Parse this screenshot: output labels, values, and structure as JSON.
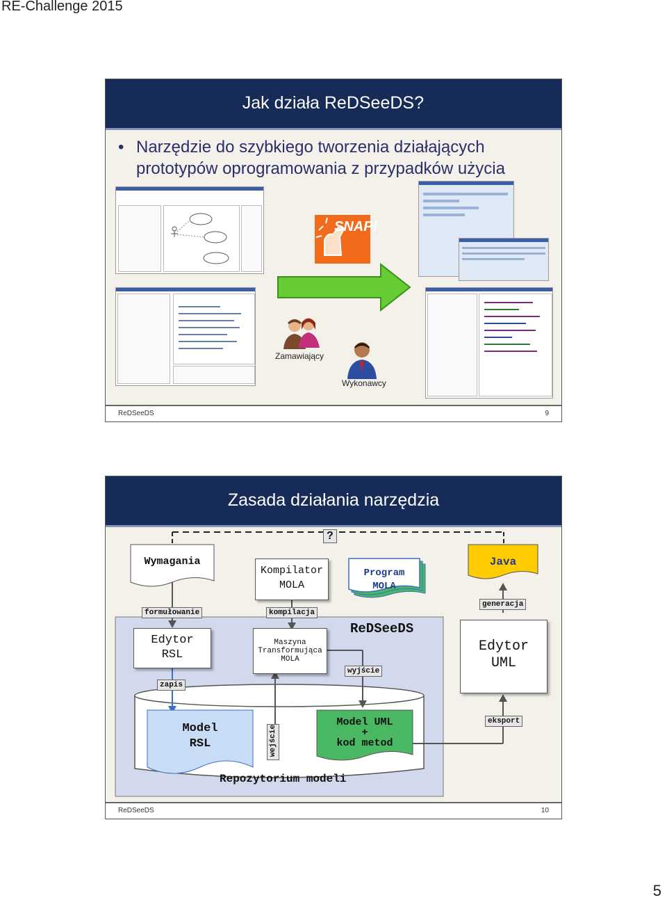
{
  "header": {
    "title": "RE-Challenge 2015"
  },
  "page_number": "5",
  "slide1": {
    "title": "Jak działa ReDSeeDS?",
    "bullet": "Narzędzie do szybkiego tworzenia działających prototypów oprogramowania z przypadków użycia",
    "snap_text": "SNAP!",
    "customer_label": "Zamawiający",
    "developers_label": "Wykonawcy",
    "footer_left": "ReDSeeDS",
    "footer_right": "9"
  },
  "slide2": {
    "title": "Zasada działania narzędzia",
    "question": "?",
    "requirements": "Wymagania",
    "compiler_line1": "Kompilator",
    "compiler_line2": "MOLA",
    "program_line1": "Program",
    "program_line2": "MOLA",
    "java": "Java",
    "formulation": "formułowanie",
    "compilation": "kompilacja",
    "generation": "generacja",
    "redseeds": "ReDSeeDS",
    "rsl_editor_line1": "Edytor",
    "rsl_editor_line2": "RSL",
    "machine_line1": "Maszyna",
    "machine_line2": "Transformująca",
    "machine_line3": "MOLA",
    "output": "wyjście",
    "uml_editor_line1": "Edytor",
    "uml_editor_line2": "UML",
    "save": "zapis",
    "input": "wejście",
    "export": "eksport",
    "rsl_model_line1": "Model",
    "rsl_model_line2": "RSL",
    "uml_model_line1": "Model UML",
    "uml_model_line2": "+",
    "uml_model_line3": "kod metod",
    "repository": "Repozytorium modeli",
    "footer_left": "ReDSeeDS",
    "footer_right": "10"
  }
}
